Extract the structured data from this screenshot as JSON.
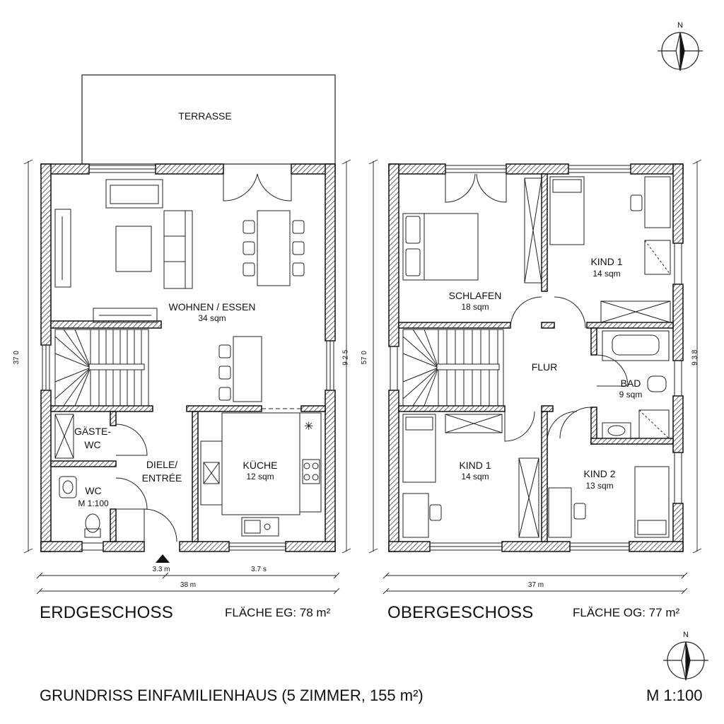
{
  "ground_floor": {
    "terrace": "TERRASSE",
    "living": {
      "name": "WOHNEN / ESSEN",
      "area": "34 sqm"
    },
    "guest_wc": {
      "line1": "GÄSTE-",
      "line2": "WC"
    },
    "hall": {
      "line1": "DIELE/",
      "line2": "ENTRÉE"
    },
    "kitchen": {
      "name": "KÜCHE",
      "area": "12 sqm"
    },
    "wc": {
      "name": "WC",
      "note": "M 1:100"
    },
    "dim_left": "37 0",
    "dim_right": "9 2 5",
    "dim_bottom_a": "3.3 m",
    "dim_bottom_b": "3.7 s",
    "dim_total": "38 m",
    "floor_name": "ERDGESCHOSS",
    "floor_area": "FLÄCHE EG: 78 m²"
  },
  "upper_floor": {
    "bedroom": {
      "name": "SCHLAFEN",
      "area": "18 sqm"
    },
    "child1_top": {
      "name": "KIND 1",
      "area": "14 sqm"
    },
    "corridor": "FLUR",
    "bath": {
      "name": "BAD",
      "area": "9 sqm"
    },
    "child1_bottom": {
      "name": "KIND 1",
      "area": "14 sqm"
    },
    "child2": {
      "name": "KIND 2",
      "area": "13 sqm"
    },
    "dim_left": "57 0",
    "dim_right": "9 3 8",
    "dim_total": "37 m",
    "floor_name": "OBERGESCHOSS",
    "floor_area": "FLÄCHE OG: 77 m²"
  },
  "north_label": "N",
  "title": "GRUNDRISS EINFAMILIENHAUS (5 ZIMMER, 155 m²)",
  "scale": "M 1:100"
}
